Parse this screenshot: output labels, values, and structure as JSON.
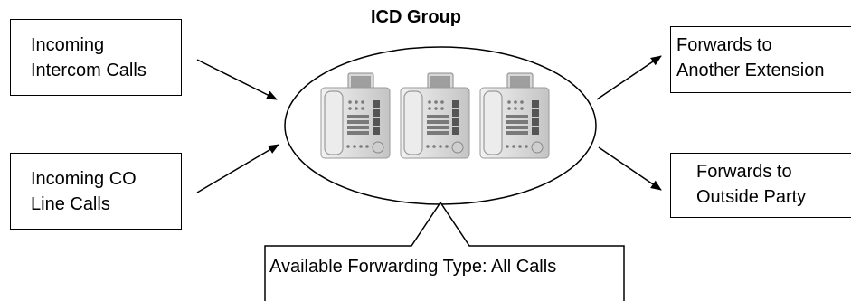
{
  "group_title": "ICD Group",
  "incoming_intercom": {
    "line1": "Incoming",
    "line2": "Intercom Calls"
  },
  "incoming_co": {
    "line1": "Incoming CO",
    "line2": "Line Calls"
  },
  "forward_extension": {
    "line1": "Forwards to",
    "line2": "Another Extension"
  },
  "forward_outside": {
    "line1": "Forwards to",
    "line2": "Outside Party"
  },
  "callout": "Available Forwarding Type: All Calls",
  "icons": [
    "telephone-icon",
    "telephone-icon",
    "telephone-icon"
  ]
}
